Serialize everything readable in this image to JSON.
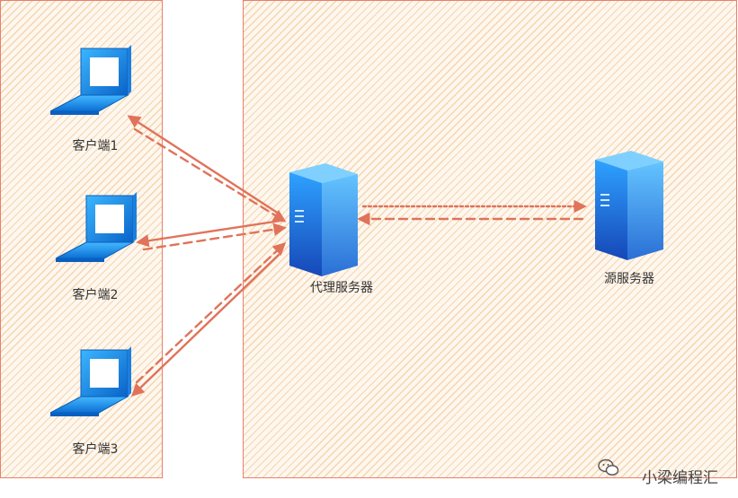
{
  "nodes": {
    "client1": {
      "label": "客户端1",
      "icon": "laptop-icon"
    },
    "client2": {
      "label": "客户端2",
      "icon": "laptop-icon"
    },
    "client3": {
      "label": "客户端3",
      "icon": "laptop-icon"
    },
    "proxy": {
      "label": "代理服务器",
      "icon": "server-icon"
    },
    "origin": {
      "label": "源服务器",
      "icon": "server-icon"
    }
  },
  "watermark": {
    "text": "小梁编程汇",
    "icon": "wechat-icon"
  },
  "colors": {
    "arrow": "#e0735a",
    "zone_border": "#e8806a",
    "zone_hatch": "#f0b978",
    "device_blue": "#1a8fe6"
  }
}
